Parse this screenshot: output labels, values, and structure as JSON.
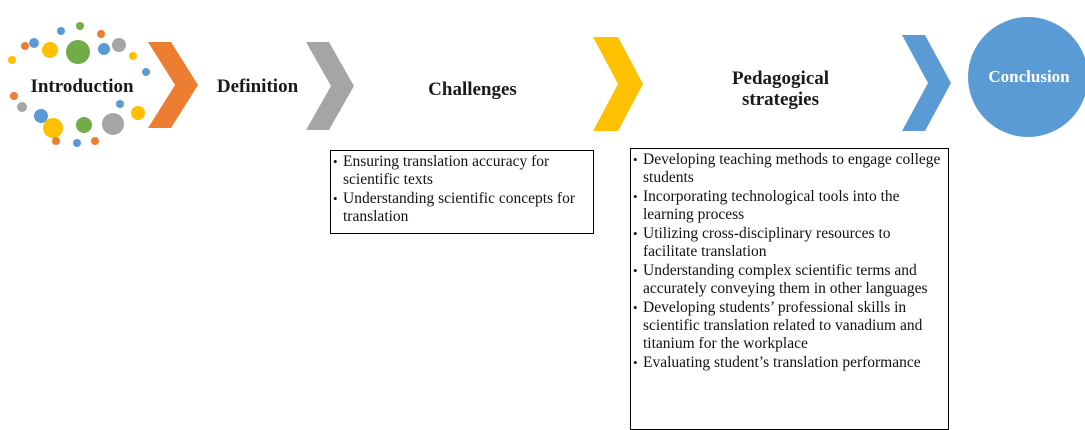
{
  "stages": {
    "introduction": "Introduction",
    "definition": "Definition",
    "challenges": "Challenges",
    "pedagogical": "Pedagogical\nstrategies",
    "conclusion": "Conclusion"
  },
  "challenges_items": [
    "Ensuring translation accuracy for scientific texts",
    "Understanding  scientific concepts for translation"
  ],
  "pedagogical_items": [
    "Developing teaching methods to engage college students",
    "Incorporating technological tools into the learning process",
    "Utilizing cross-disciplinary resources to facilitate translation",
    "Understanding  complex scientific terms and accurately conveying them in other languages",
    "Developing students’ professional skills in scientific translation related to vanadium and titanium  for the workplace",
    "Evaluating student’s translation performance"
  ],
  "colors": {
    "chevron_orange": "#ed7d31",
    "chevron_gray": "#a5a5a5",
    "chevron_yellow": "#ffc000",
    "chevron_blue": "#5b9bd5",
    "conclusion_circle": "#5b9bd5",
    "dot_green": "#70ad47",
    "dot_gray": "#a5a5a5",
    "dot_yellow": "#ffc000",
    "dot_orange": "#ed7d31",
    "dot_blue": "#5b9bd5"
  },
  "icons": {
    "arrows": "chevron-right-icon",
    "intro_decoration": "dot-circle-icon",
    "conclusion_shape": "circle-icon"
  }
}
